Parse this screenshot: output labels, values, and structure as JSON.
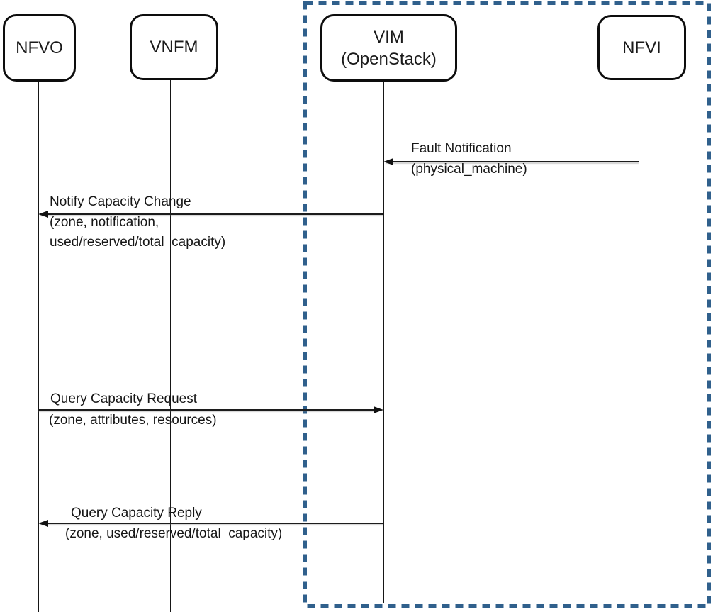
{
  "diagram_type": "sequence-diagram",
  "actors": [
    {
      "id": "nfvo",
      "label": "NFVO"
    },
    {
      "id": "vnfm",
      "label": "VNFM"
    },
    {
      "id": "vim",
      "label": "VIM",
      "sublabel": "(OpenStack)"
    },
    {
      "id": "nfvi",
      "label": "NFVI"
    }
  ],
  "boundary": {
    "encloses": [
      "vim",
      "nfvi"
    ],
    "style": "dashed",
    "color": "#30608C"
  },
  "messages": [
    {
      "id": "fault-notification",
      "from": "nfvi",
      "to": "vim",
      "direction": "left",
      "lines": [
        "Fault Notification",
        "(physical_machine)"
      ]
    },
    {
      "id": "notify-capacity-change",
      "from": "vim",
      "to": "nfvo",
      "direction": "left",
      "lines": [
        "Notify Capacity Change",
        "(zone, notification,",
        "used/reserved/total  capacity)"
      ]
    },
    {
      "id": "query-capacity-request",
      "from": "nfvo",
      "to": "vim",
      "direction": "right",
      "lines": [
        "Query Capacity Request",
        "(zone, attributes, resources)"
      ]
    },
    {
      "id": "query-capacity-reply",
      "from": "vim",
      "to": "nfvo",
      "direction": "left",
      "lines": [
        "Query Capacity Reply",
        "(zone, used/reserved/total  capacity)"
      ]
    }
  ],
  "colors": {
    "line": "#1a1a1a",
    "box_border": "#0d0d0d",
    "text": "#161616",
    "boundary_dash": "#30608C",
    "background": "#ffffff"
  }
}
